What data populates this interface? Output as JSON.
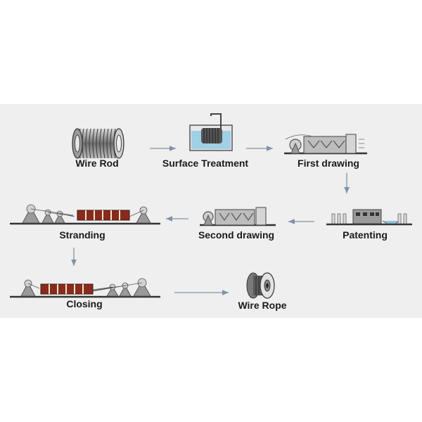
{
  "stages": {
    "wire_rod": "Wire Rod",
    "surface_treatment": "Surface Treatment",
    "first_drawing": "First drawing",
    "patenting": "Patenting",
    "second_drawing": "Second drawing",
    "stranding": "Stranding",
    "closing": "Closing",
    "wire_rope": "Wire Rope"
  },
  "colors": {
    "background": "#efefef",
    "arrow": "#7f93a8",
    "label": "#1a1a1a",
    "furnace_red": "#8a2a1c",
    "machine_gray": "#8d8d8d",
    "water_blue": "#9fd0e6"
  },
  "icons": [
    "coil-icon",
    "tank-icon",
    "drawing-machine-icon",
    "furnace-icon",
    "stranding-machine-icon",
    "closing-machine-icon",
    "rope-reel-icon"
  ]
}
